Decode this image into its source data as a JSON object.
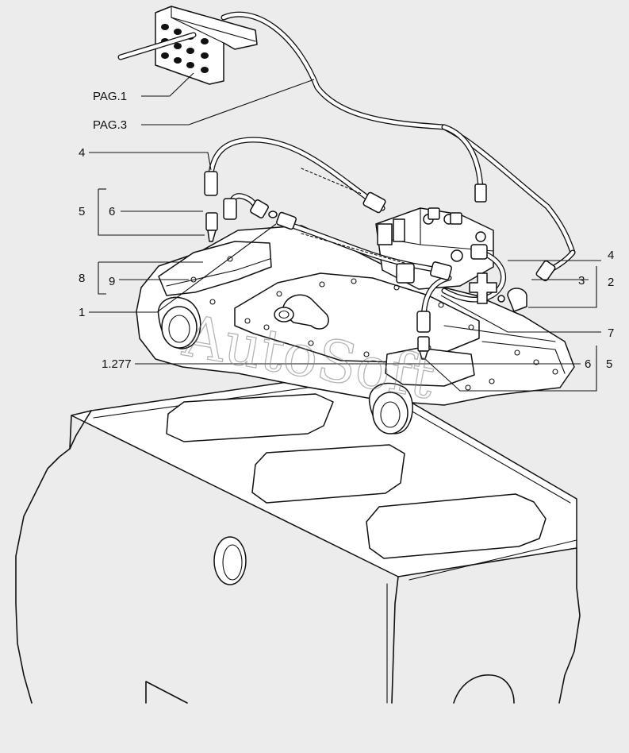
{
  "diagram": {
    "watermark": "AutoSoft",
    "labels": {
      "pag1": "PAG.1",
      "pag3": "PAG.3",
      "l4_top": "4",
      "l5_left": "5",
      "l6_left": "6",
      "l8": "8",
      "l9": "9",
      "l1": "1",
      "l1277": "1.277",
      "l4_right": "4",
      "l3": "3",
      "l2": "2",
      "l7": "7",
      "l6_right": "6",
      "l5_right": "5"
    }
  }
}
